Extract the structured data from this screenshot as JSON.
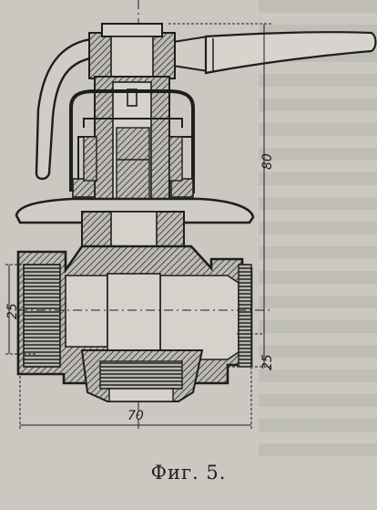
{
  "caption": "Фиг. 5.",
  "dimensions": {
    "height_total": "80",
    "height_lower": "25",
    "inlet_height": "25",
    "width": "70"
  },
  "colors": {
    "ink": "#1e1e1e",
    "paper": "#cac8c1",
    "hatch": "#3a3a3a"
  }
}
